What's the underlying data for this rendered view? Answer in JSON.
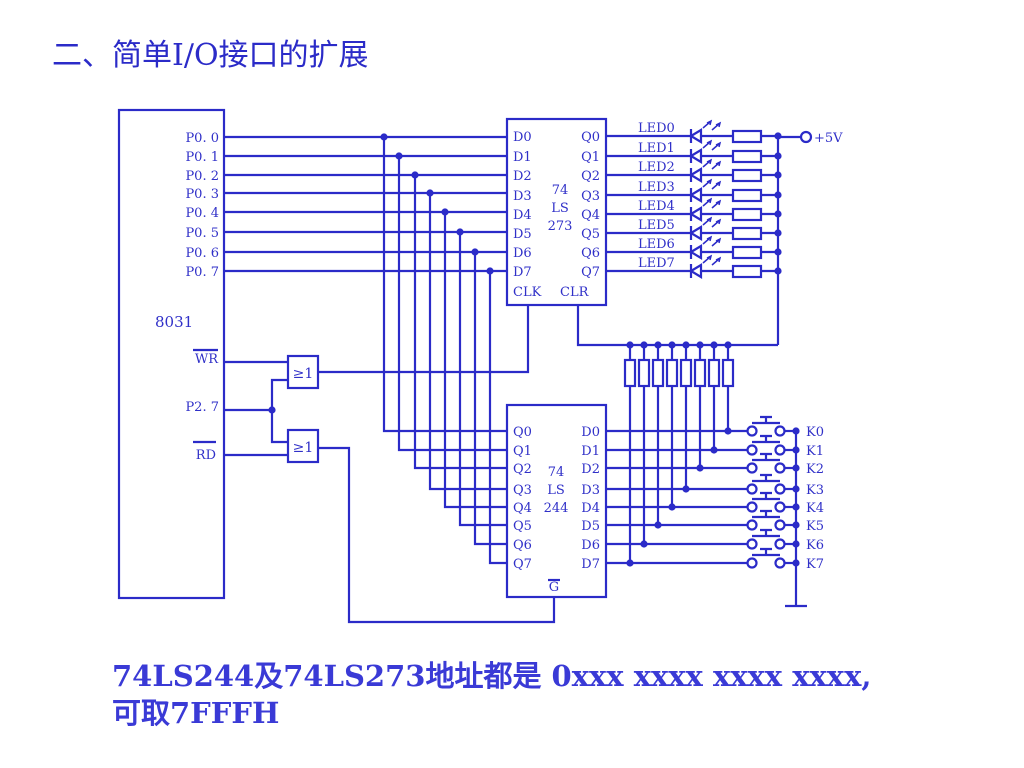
{
  "title": "二、简单I/O接口的扩展",
  "cpu": {
    "name": "8031",
    "p0_pins": [
      "P0. 0",
      "P0. 1",
      "P0. 2",
      "P0. 3",
      "P0. 4",
      "P0. 5",
      "P0. 6",
      "P0. 7"
    ],
    "wr": "WR",
    "p27": "P2. 7",
    "rd": "RD"
  },
  "latch": {
    "inputs": [
      "D0",
      "D1",
      "D2",
      "D3",
      "D4",
      "D5",
      "D6",
      "D7"
    ],
    "outputs": [
      "Q0",
      "Q1",
      "Q2",
      "Q3",
      "Q4",
      "Q5",
      "Q6",
      "Q7"
    ],
    "name_lines": [
      "74",
      "LS",
      "273"
    ],
    "clk": "CLK",
    "clr": "CLR"
  },
  "buffer": {
    "outputs": [
      "Q0",
      "Q1",
      "Q2",
      "Q3",
      "Q4",
      "Q5",
      "Q6",
      "Q7"
    ],
    "inputs": [
      "D0",
      "D1",
      "D2",
      "D3",
      "D4",
      "D5",
      "D6",
      "D7"
    ],
    "name_lines": [
      "74",
      "LS",
      "244"
    ],
    "gate": "G"
  },
  "or_gate_symbol": "≥1",
  "leds": [
    "LED0",
    "LED1",
    "LED2",
    "LED3",
    "LED4",
    "LED5",
    "LED6",
    "LED7"
  ],
  "supply": "+5V",
  "keys": [
    "K0",
    "K1",
    "K2",
    "K3",
    "K4",
    "K5",
    "K6",
    "K7"
  ],
  "notes": {
    "line1": "74LS244及74LS273地址都是 0xxx xxxx xxxx xxxx,",
    "line2": "可取7FFFH"
  },
  "colors": {
    "line": "#2b2bc8",
    "text": "#3030c8"
  }
}
